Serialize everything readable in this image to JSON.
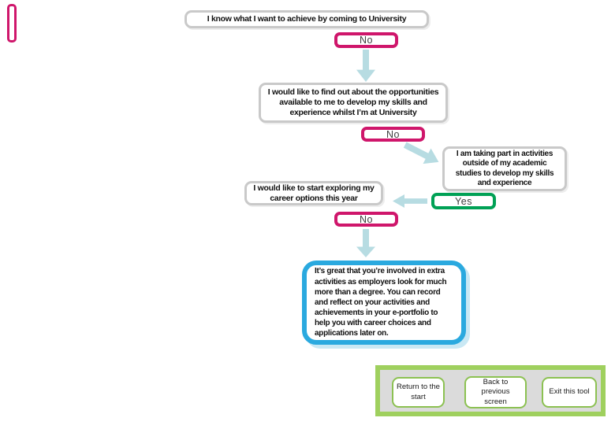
{
  "flowchart": {
    "nodes": {
      "achieve": "I know what I want to achieve by coming to University",
      "find_out": "I would like to find out about the opportunities available to me to develop my skills and experience whilst I’m at University",
      "activities": "I am taking part in activities outside of my academic studies to develop my skills and experience",
      "exploring": "I would like to start exploring my career options this year",
      "result": "It’s great that you’re involved in extra activities as employers look for much more than a degree.  You can record and reflect on your activities and achievements in your e-portfolio to help you with career choices and applications later on."
    },
    "choices": {
      "no": "No",
      "yes": "Yes"
    }
  },
  "nav": {
    "buttons": [
      {
        "label": "Return to the start"
      },
      {
        "label": "Back to previous screen"
      },
      {
        "label": "Exit this tool"
      }
    ]
  },
  "colors": {
    "pink": "#cf166b",
    "green": "#00a155",
    "arrow_blue": "#b7dce2",
    "box_border_gray": "#c9c9c9",
    "result_blue": "#2aa9df",
    "panel_border_green": "#9fd05e",
    "panel_fill_gray": "#dbdbdb",
    "nav_button_green": "#8cc152"
  }
}
